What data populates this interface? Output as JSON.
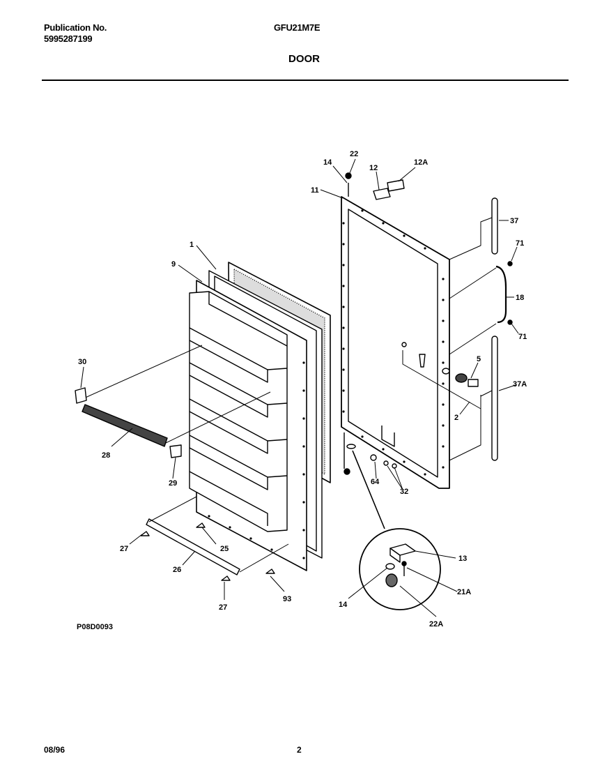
{
  "header": {
    "publication_label": "Publication No.",
    "publication_number": "5995287199",
    "model": "GFU21M7E",
    "section_title": "DOOR"
  },
  "diagram": {
    "drawing_code": "P08D0093",
    "callouts": [
      "1",
      "9",
      "30",
      "28",
      "29",
      "27",
      "25",
      "26",
      "27",
      "93",
      "11",
      "14",
      "22",
      "12",
      "12A",
      "37",
      "71",
      "18",
      "71",
      "5",
      "37A",
      "2",
      "64",
      "32",
      "13",
      "14",
      "21A",
      "22A"
    ]
  },
  "footer": {
    "date": "08/96",
    "page": "2"
  }
}
